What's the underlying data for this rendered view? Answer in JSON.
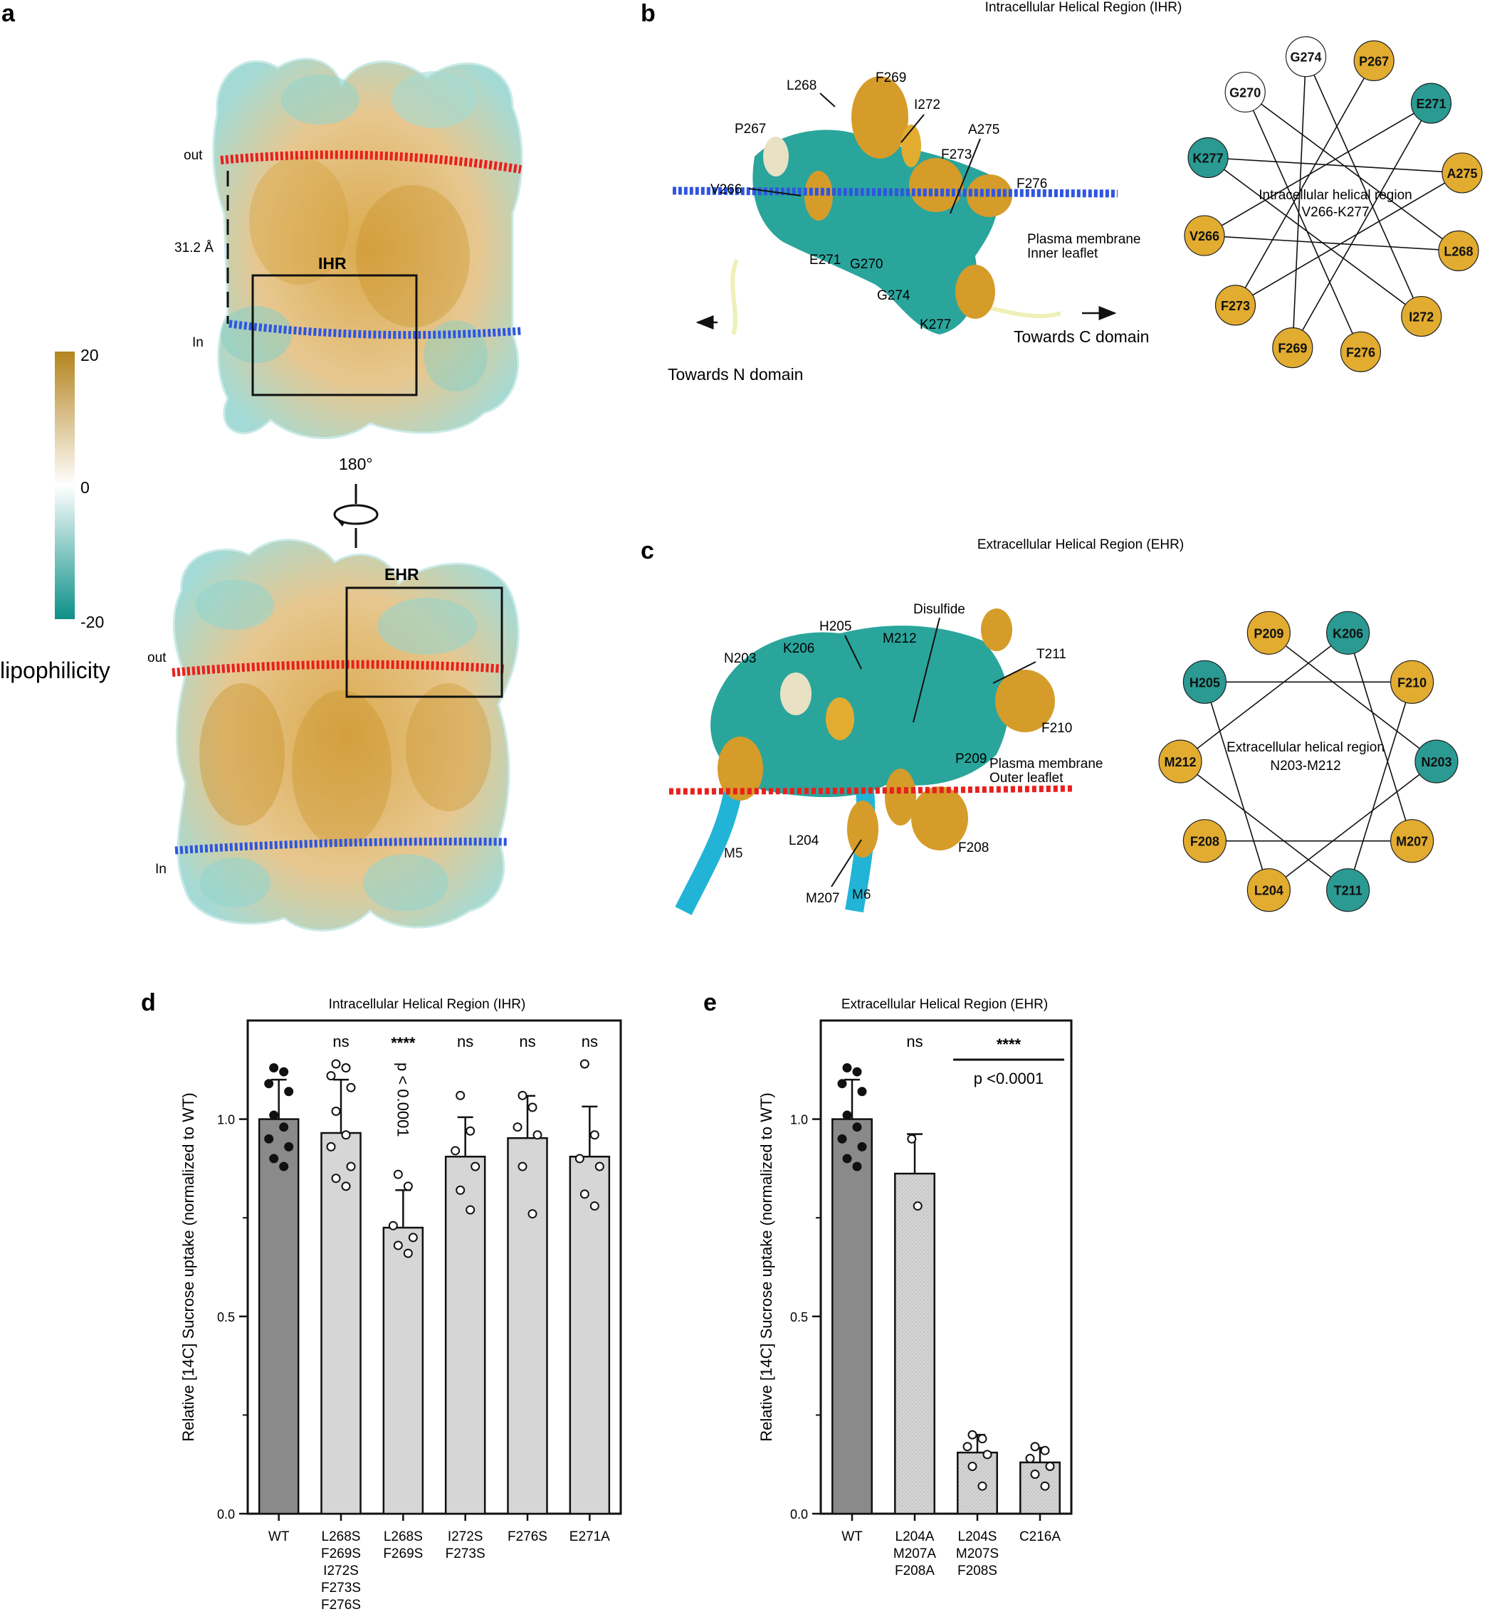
{
  "panels": {
    "a": {
      "letter": "a",
      "colorbar": {
        "max": "20",
        "mid": "0",
        "min": "-20",
        "label": "lipophilicity"
      },
      "top": {
        "out": "out",
        "in": "In",
        "thickness": "31.2 Å",
        "box_label": "IHR"
      },
      "rotation": "180°",
      "bottom": {
        "out": "out",
        "in": "In",
        "box_label": "EHR"
      }
    },
    "b": {
      "letter": "b",
      "title": "Intracellular Helical Region (IHR)",
      "labels": [
        "L268",
        "F269",
        "I272",
        "A275",
        "P267",
        "F273",
        "F276",
        "V266",
        "E271",
        "G270",
        "G274",
        "K277"
      ],
      "membrane": [
        "Plasma membrane",
        "Inner leaflet"
      ],
      "toward_n": "Towards N domain",
      "toward_c": "Towards C domain",
      "wheel_center": [
        "Intracellular helical region",
        "V266-K277"
      ],
      "wheel": [
        {
          "label": "P267",
          "type": "hydrophobic"
        },
        {
          "label": "E271",
          "type": "polar"
        },
        {
          "label": "A275",
          "type": "hydrophobic"
        },
        {
          "label": "L268",
          "type": "hydrophobic"
        },
        {
          "label": "I272",
          "type": "hydrophobic"
        },
        {
          "label": "F276",
          "type": "hydrophobic"
        },
        {
          "label": "F269",
          "type": "hydrophobic"
        },
        {
          "label": "F273",
          "type": "hydrophobic"
        },
        {
          "label": "V266",
          "type": "hydrophobic"
        },
        {
          "label": "K277",
          "type": "polar"
        },
        {
          "label": "G270",
          "type": "neutral"
        },
        {
          "label": "G274",
          "type": "neutral"
        }
      ]
    },
    "c": {
      "letter": "c",
      "title": "Extracellular Helical Region (EHR)",
      "labels": [
        "Disulfide",
        "H205",
        "N203",
        "K206",
        "M212",
        "T211",
        "F210",
        "P209",
        "L204",
        "F208",
        "M207",
        "M5",
        "M6"
      ],
      "membrane": [
        "Plasma membrane",
        "Outer leaflet"
      ],
      "wheel_center": [
        "Extracellular helical region",
        "N203-M212"
      ],
      "wheel": [
        {
          "label": "P209",
          "type": "hydrophobic"
        },
        {
          "label": "K206",
          "type": "polar"
        },
        {
          "label": "F210",
          "type": "hydrophobic"
        },
        {
          "label": "N203",
          "type": "polar"
        },
        {
          "label": "M207",
          "type": "hydrophobic"
        },
        {
          "label": "T211",
          "type": "polar"
        },
        {
          "label": "L204",
          "type": "hydrophobic"
        },
        {
          "label": "F208",
          "type": "hydrophobic"
        },
        {
          "label": "M212",
          "type": "hydrophobic"
        },
        {
          "label": "H205",
          "type": "polar"
        }
      ]
    }
  },
  "colors": {
    "hydrophobic": "#e2ac30",
    "polar": "#2a9a93",
    "neutral": "#ffffff",
    "membrane_out": "#e8201e",
    "membrane_in": "#2f56e0",
    "bar_wt": "#8a8a8a",
    "bar_mut": "#d6d6d6"
  },
  "chart_data": [
    {
      "type": "bar",
      "letter": "d",
      "title": "Intracellular Helical Region (IHR)",
      "ylabel": "Relative [14C] Sucrose uptake (normalized to WT)",
      "ylim": [
        0,
        1.25
      ],
      "yticks": [
        "0.0",
        "0.5",
        "1.0"
      ],
      "categories": [
        [
          "WT"
        ],
        [
          "L268S",
          "F269S",
          "I272S",
          "F273S",
          "F276S"
        ],
        [
          "L268S",
          "F269S"
        ],
        [
          "I272S",
          "F273S"
        ],
        [
          "F276S"
        ],
        [
          "E271A"
        ]
      ],
      "values": [
        1.0,
        0.965,
        0.725,
        0.905,
        0.952,
        0.905
      ],
      "errors": [
        0.1,
        0.135,
        0.095,
        0.1,
        0.107,
        0.127
      ],
      "significance": [
        "",
        "ns",
        "****",
        "ns",
        "ns",
        "ns"
      ],
      "pvalue": "p < 0.0001",
      "points": [
        [
          1.13,
          1.12,
          1.09,
          1.07,
          1.01,
          0.98,
          0.95,
          0.93,
          0.9,
          0.88
        ],
        [
          1.14,
          1.13,
          1.11,
          1.08,
          1.02,
          0.96,
          0.93,
          0.88,
          0.85,
          0.83
        ],
        [
          0.86,
          0.83,
          0.73,
          0.7,
          0.68,
          0.66
        ],
        [
          1.06,
          0.97,
          0.92,
          0.88,
          0.82,
          0.77
        ],
        [
          1.06,
          1.03,
          0.98,
          0.96,
          0.88,
          0.76
        ],
        [
          1.14,
          0.96,
          0.9,
          0.88,
          0.81,
          0.78
        ]
      ]
    },
    {
      "type": "bar",
      "letter": "e",
      "title": "Extracellular Helical Region (EHR)",
      "ylabel": "Relative [14C] Sucrose uptake (normalized to WT)",
      "ylim": [
        0,
        1.25
      ],
      "yticks": [
        "0.0",
        "0.5",
        "1.0"
      ],
      "categories": [
        [
          "WT"
        ],
        [
          "L204A",
          "M207A",
          "F208A"
        ],
        [
          "L204S",
          "M207S",
          "F208S"
        ],
        [
          "C216A"
        ]
      ],
      "values": [
        1.0,
        0.862,
        0.155,
        0.13
      ],
      "errors": [
        0.1,
        0.1,
        0.045,
        0.037
      ],
      "significance": [
        "",
        "ns",
        "****",
        ""
      ],
      "pvalue": "p <0.0001",
      "points": [
        [
          1.13,
          1.12,
          1.09,
          1.07,
          1.01,
          0.98,
          0.95,
          0.93,
          0.9,
          0.88
        ],
        [
          0.95,
          0.78
        ],
        [
          0.2,
          0.19,
          0.17,
          0.15,
          0.12,
          0.07
        ],
        [
          0.17,
          0.16,
          0.14,
          0.12,
          0.1,
          0.07
        ]
      ]
    }
  ]
}
